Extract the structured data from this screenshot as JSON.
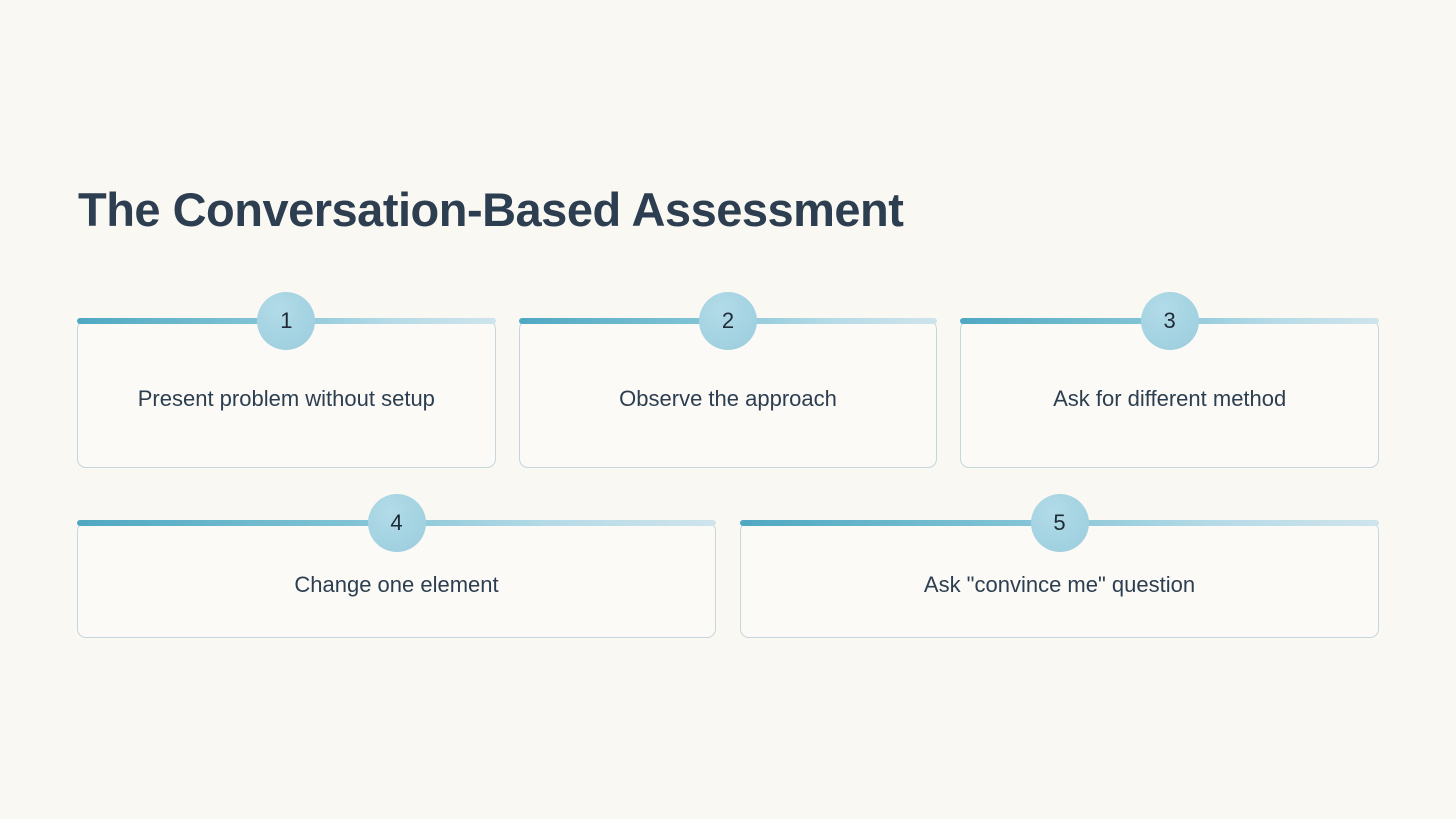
{
  "page": {
    "title": "The Conversation-Based Assessment",
    "background_color": "#faf8f3",
    "title_color": "#2c3e50",
    "accent_color_start": "#4fa8c2",
    "accent_color_end": "#cfe4ec",
    "badge_color": "#a5d4e3",
    "card_border_color": "#c6d6dc",
    "card_background_color": "#fbfaf6"
  },
  "steps": {
    "row1": [
      {
        "number": "1",
        "label": "Present problem without setup"
      },
      {
        "number": "2",
        "label": "Observe the approach"
      },
      {
        "number": "3",
        "label": "Ask for different method"
      }
    ],
    "row2": [
      {
        "number": "4",
        "label": "Change one element"
      },
      {
        "number": "5",
        "label": "Ask \"convince me\" question"
      }
    ]
  }
}
